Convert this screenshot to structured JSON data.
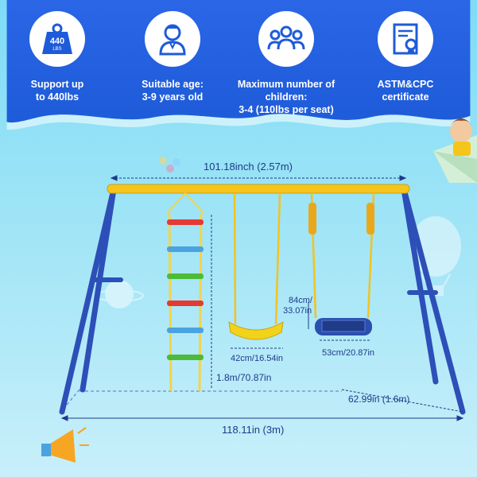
{
  "features": [
    {
      "icon": "weight-icon",
      "icon_text": "440",
      "icon_sub": "LBS",
      "line1": "Support up",
      "line2": "to 440lbs"
    },
    {
      "icon": "person-icon",
      "line1": "Suitable age:",
      "line2": "3-9 years old"
    },
    {
      "icon": "group-icon",
      "line1": "Maximum number of children:",
      "line2": "3-4 (110lbs per seat)"
    },
    {
      "icon": "certificate-icon",
      "line1": "ASTM&CPC",
      "line2": "certificate"
    }
  ],
  "dimensions": {
    "top_width": "101.18inch (2.57m)",
    "rope_length_a": "84cm/",
    "rope_length_b": "33.07in",
    "seat_width": "42cm/16.54in",
    "nest_width": "53cm/20.87in",
    "height": "1.8m/70.87in",
    "depth": "62.99in (1.6m)",
    "base_width": "118.11in (3m)"
  },
  "colors": {
    "banner": "#1f63e0",
    "frame_blue": "#2d4fb8",
    "top_bar": "#f5c51c",
    "seat": "#f3d21a",
    "nest": "#2b4fb0",
    "rung_colors": [
      "#e53935",
      "#4aa3e0",
      "#4cbb3a",
      "#e53935",
      "#4aa3e0",
      "#4cbb3a"
    ]
  }
}
